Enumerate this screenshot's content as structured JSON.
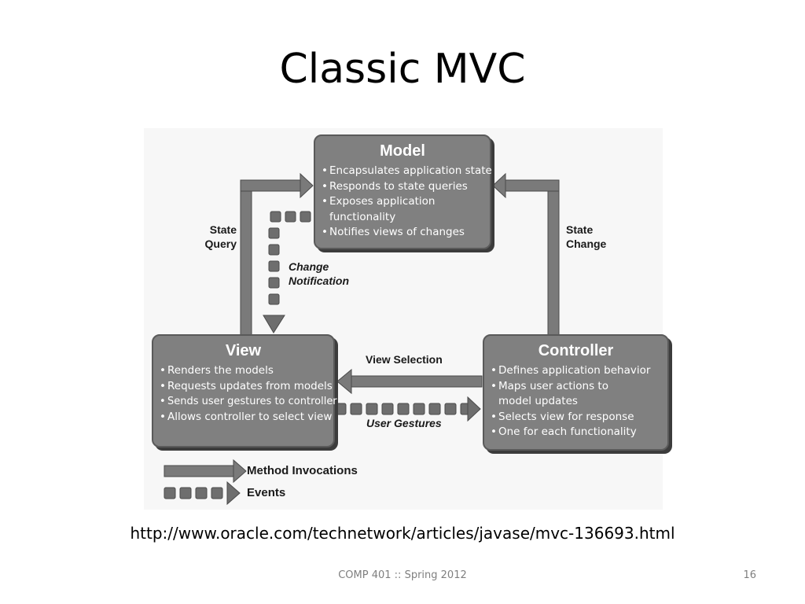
{
  "slide": {
    "title": "Classic MVC",
    "source_url": "http://www.oracle.com/technetwork/articles/javase/mvc-136693.html",
    "footer": "COMP 401 :: Spring 2012",
    "page_number": "16"
  },
  "diagram": {
    "model": {
      "title": "Model",
      "items": [
        "Encapsulates application state",
        "Responds to state queries",
        "Exposes application",
        "functionality",
        "Notifies views of changes"
      ]
    },
    "view": {
      "title": "View",
      "items": [
        "Renders the models",
        "Requests updates from models",
        "Sends user gestures to controller",
        "Allows controller to select view"
      ]
    },
    "controller": {
      "title": "Controller",
      "items": [
        "Defines application behavior",
        "Maps user actions to",
        "model updates",
        "Selects view for response",
        "One for each functionality"
      ]
    },
    "labels": {
      "state_query": [
        "State",
        "Query"
      ],
      "state_change": [
        "State",
        "Change"
      ],
      "change_notification": [
        "Change",
        "Notification"
      ],
      "view_selection": "View Selection",
      "user_gestures": "User Gestures"
    },
    "legend": {
      "method_invocations": "Method Invocations",
      "events": "Events"
    }
  }
}
